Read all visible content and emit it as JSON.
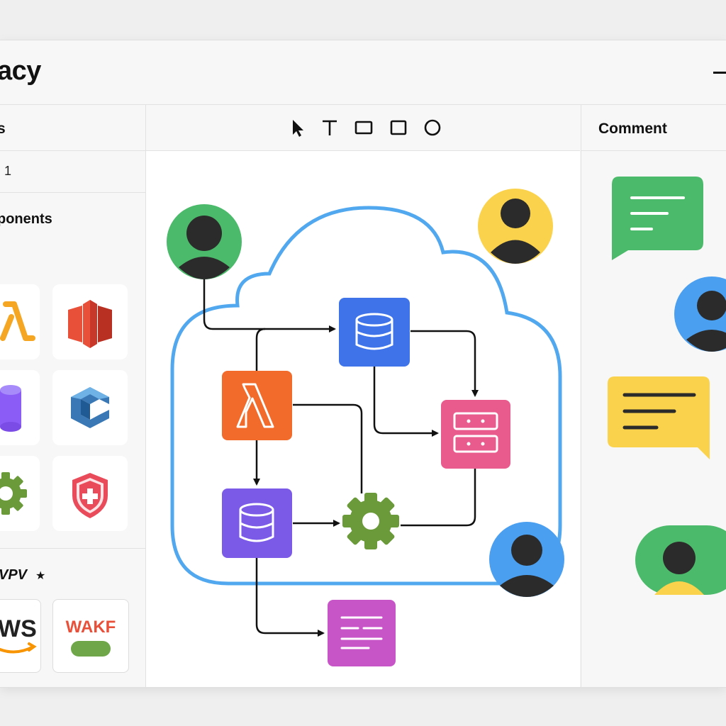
{
  "window": {
    "title": "acy"
  },
  "sidebar": {
    "header_label": "s",
    "row_value": "1",
    "components_title": "ponents",
    "components": [
      {
        "icon": "lambda-icon"
      },
      {
        "icon": "redshift-icon"
      },
      {
        "icon": "database-icon"
      },
      {
        "icon": "cloud9-icon"
      },
      {
        "icon": "gear-icon"
      },
      {
        "icon": "shield-icon"
      }
    ],
    "section2_title": "VPV",
    "section2_star": "★",
    "logos": [
      {
        "text": "WS"
      },
      {
        "text": "WAKF"
      }
    ]
  },
  "toolbar": {
    "tools": [
      "pointer-tool",
      "text-tool",
      "rectangle-tool",
      "square-tool",
      "circle-tool"
    ]
  },
  "comments": {
    "title": "Comment"
  },
  "colors": {
    "green": "#4cba6b",
    "yellow": "#fbd24c",
    "blue": "#4a9ff0",
    "orange": "#f26b2a",
    "purple": "#7b5ae8",
    "pink": "#ea5b8d",
    "magenta": "#c855c8",
    "db_blue": "#3e73ea",
    "gear_green": "#6a9a3a",
    "cloud_stroke": "#52a8ee"
  }
}
